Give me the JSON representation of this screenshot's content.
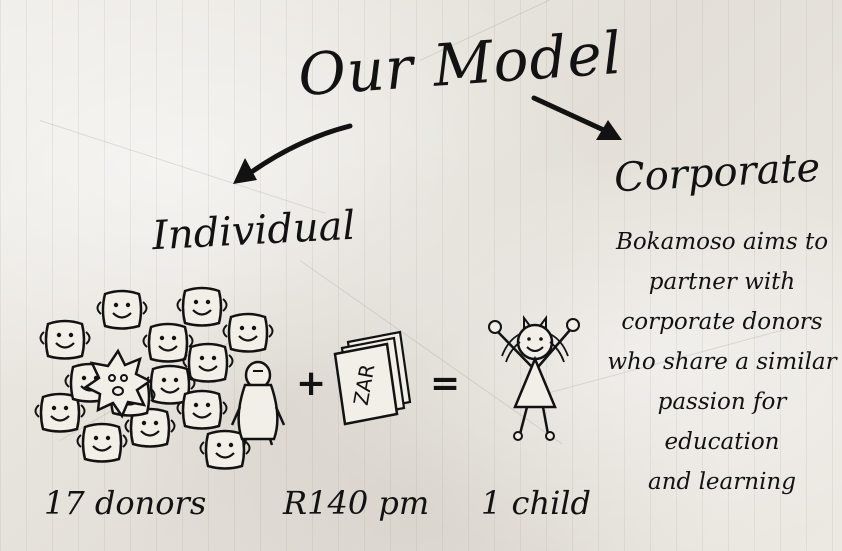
{
  "title": "Our Model",
  "branches": {
    "individual": {
      "label": "Individual",
      "donors_caption": "17 donors",
      "currency_label": "ZAR",
      "amount_caption": "R140 pm",
      "child_caption": "1 child",
      "plus_symbol": "+",
      "equals_symbol": "="
    },
    "corporate": {
      "label": "Corporate",
      "description_lines": [
        "Bokamoso aims to",
        "partner with",
        "corporate donors",
        "who share a similar",
        "passion for education",
        "and learning"
      ]
    }
  },
  "colors": {
    "ink": "#121212",
    "paper": "#e9e6e0"
  },
  "icons": [
    "arrow-left-icon",
    "arrow-right-icon",
    "donor-face-icon",
    "sun-face-icon",
    "penguin-icon",
    "money-notes-icon",
    "child-figure-icon"
  ]
}
